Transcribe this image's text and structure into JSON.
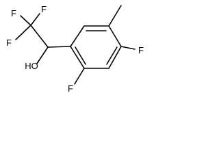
{
  "structure": {
    "atoms": {
      "f_top_left": "F",
      "f_top": "F",
      "f_left": "F",
      "f_right": "F",
      "f_bottom": "F",
      "hydroxyl": "HO"
    },
    "colors": {
      "bond": "#000000",
      "label": "#000000",
      "background": "#ffffff"
    }
  }
}
